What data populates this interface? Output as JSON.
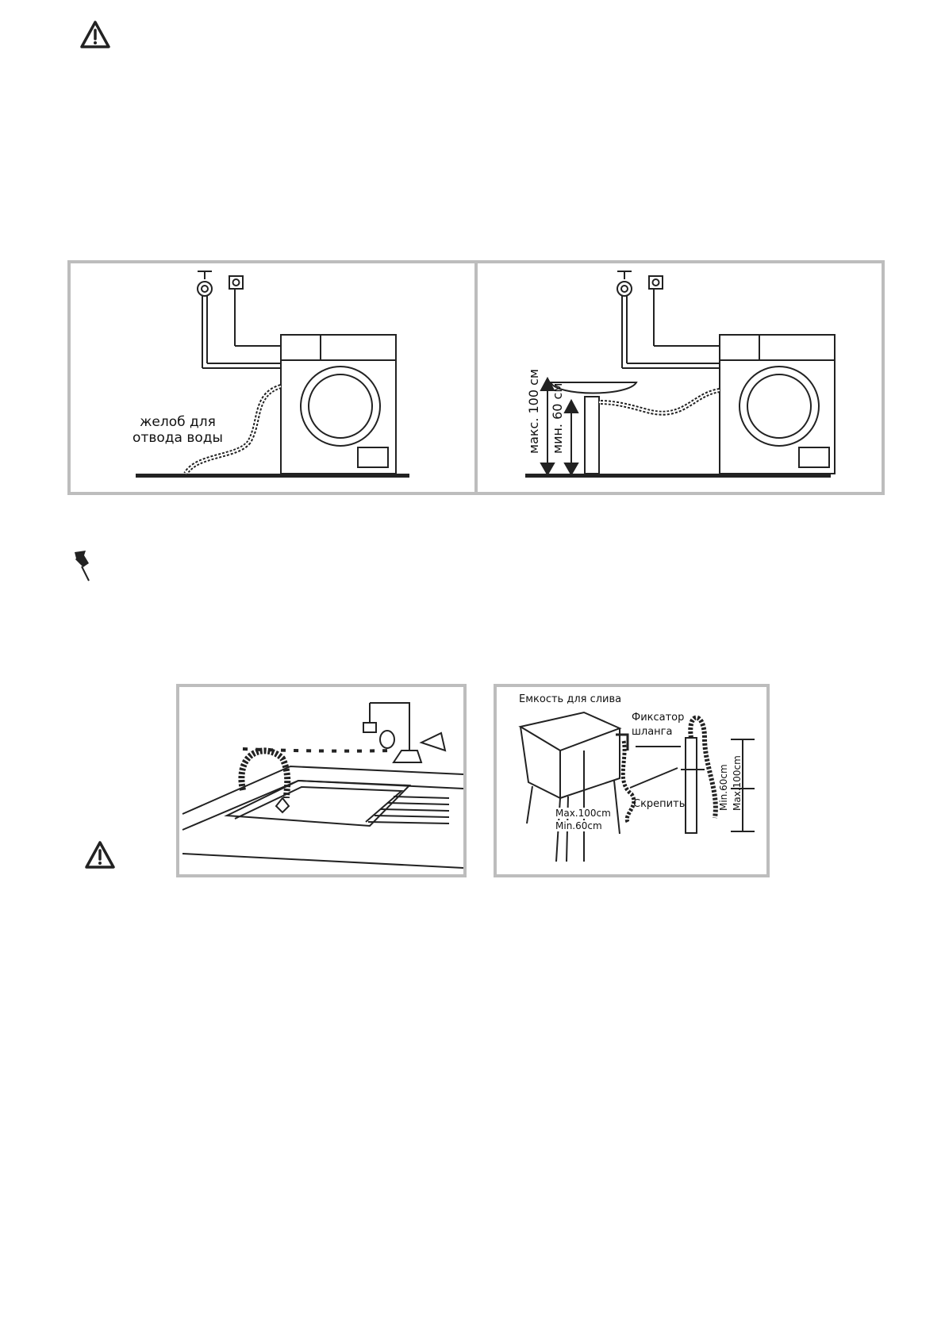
{
  "icons": {
    "warning_top": "warning-icon",
    "note": "pushpin-icon",
    "warning_bottom": "warning-icon"
  },
  "figure1": {
    "left_panel": {
      "drain_label_line1": "желоб для",
      "drain_label_line2": "отвода воды"
    },
    "right_panel": {
      "max_label": "макс. 100 см",
      "min_label": "мин. 60 см"
    }
  },
  "figure2": {
    "right_panel": {
      "tank_label": "Емкость для слива",
      "clamp_label_line1": "Фиксатор",
      "clamp_label_line2": "шланга",
      "fasten_label": "Скрепить",
      "max_label": "Max.100cm",
      "min_label": "Min.60cm",
      "vert_min_label": "Min.60cm",
      "vert_max_label": "Max.100cm"
    }
  },
  "colors": {
    "frame_border": "#bdbdbd",
    "line": "#222222"
  }
}
